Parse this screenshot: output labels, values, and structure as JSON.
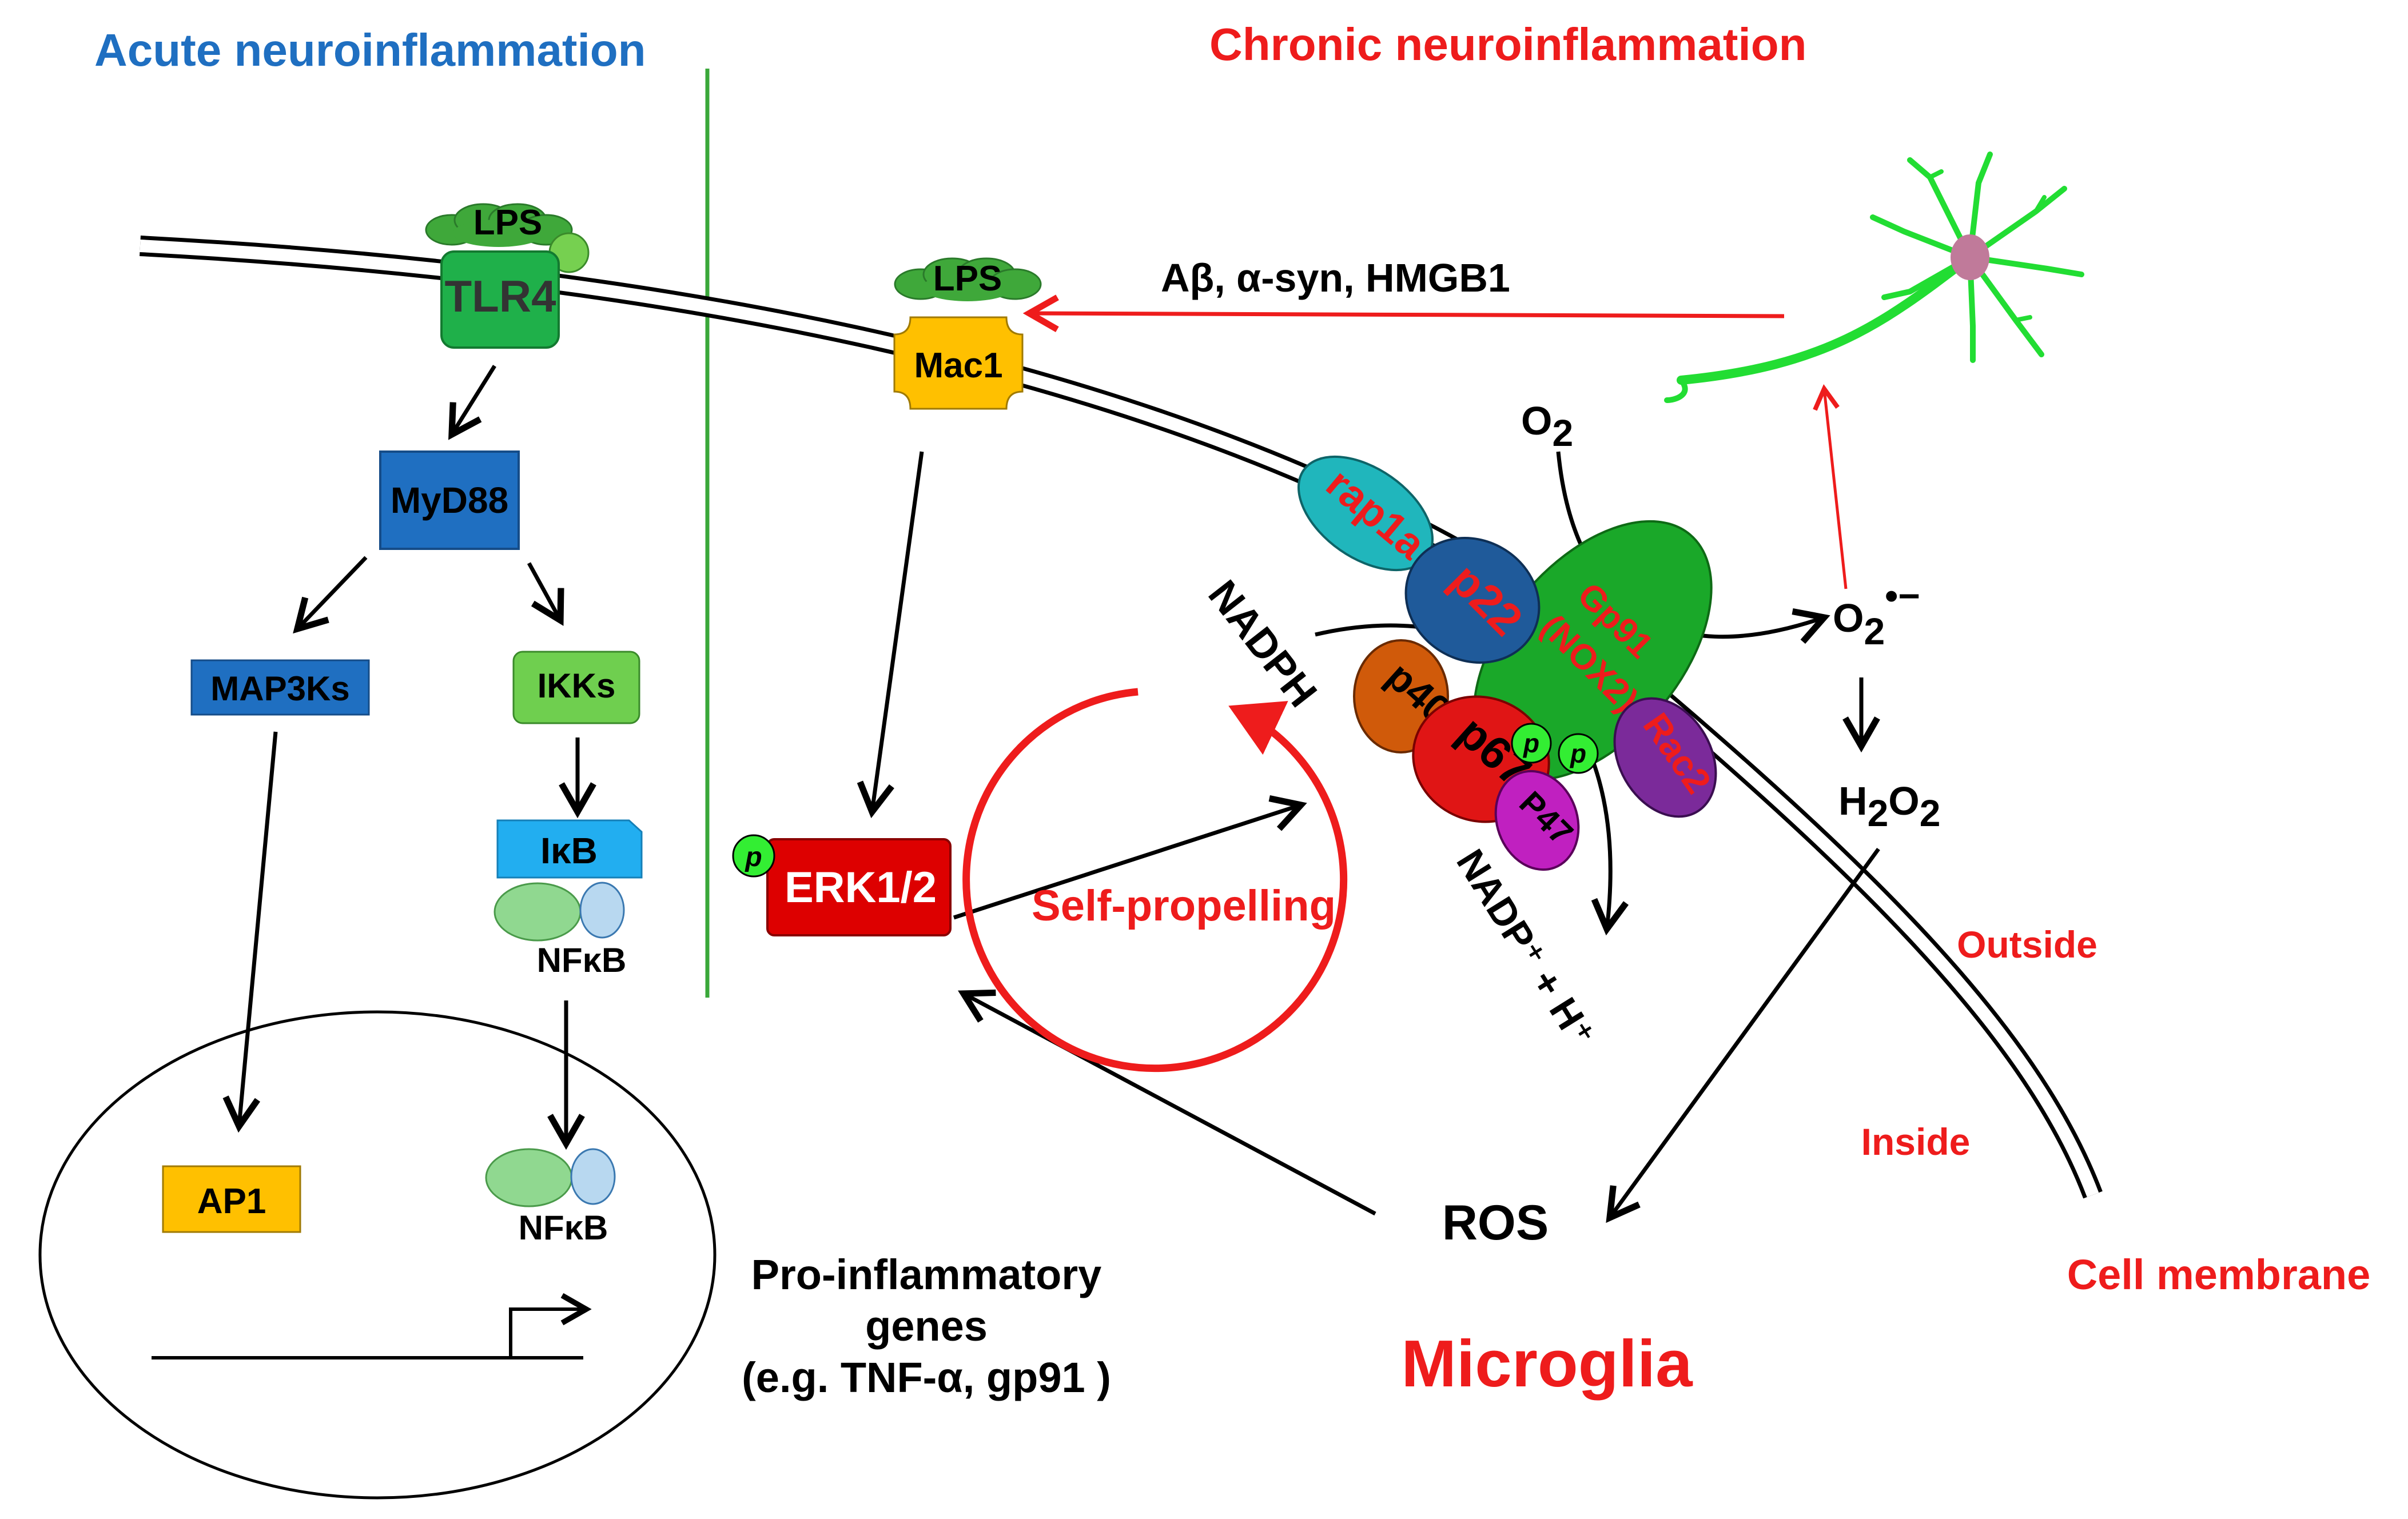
{
  "headings": {
    "acute": "Acute neuroinflammation",
    "chronic": "Chronic neuroinflammation"
  },
  "nodes": {
    "lps_left": "LPS",
    "tlr4": "TLR4",
    "myd88": "MyD88",
    "map3ks": "MAP3Ks",
    "ikks": "IKKs",
    "ikb": "IκB",
    "nfkb_cyto": "NFκB",
    "ap1": "AP1",
    "nfkb_nuc": "NFκB",
    "lps_right": "LPS",
    "mac1": "Mac1",
    "erk": "ERK1/2",
    "phospho": "p"
  },
  "nox_complex": {
    "rap1a": "rap1a",
    "p22": "p22",
    "gp91_line1": "Gp91",
    "gp91_line2": "(NOX2)",
    "rac2": "Rac2",
    "p40": "p40",
    "p67": "p67",
    "p47": "P47"
  },
  "labels": {
    "ligands": "Aβ, α-syn, HMGB1",
    "o2": "O",
    "o2_sub": "2",
    "superoxide": "O",
    "superoxide_sub": "2",
    "superoxide_sup": "•−",
    "h2o2_h": "H",
    "h2o2_sub1": "2",
    "h2o2_o": "O",
    "h2o2_sub2": "2",
    "nadph": "NADPH",
    "nadp": "NADP⁺ + H⁺",
    "self_propelling": "Self-propelling",
    "ros": "ROS",
    "outside": "Outside",
    "inside": "Inside",
    "cell_membrane": "Cell membrane",
    "microglia": "Microglia",
    "genes_line1": "Pro-inflammatory",
    "genes_line2": "genes",
    "genes_line3": "(e.g. TNF-α, gp91 )"
  },
  "colors": {
    "acute_heading": "#1f6fc1",
    "red": "#ee1c1c",
    "tlr4_green": "#1fb04a",
    "lps_green": "#3fa83a",
    "myd88_blue": "#1f6fc1",
    "ikks_green": "#6fcf4f",
    "ikb_blue": "#22aef0",
    "ap1_orange": "#ffc000",
    "mac1_orange": "#ffc000",
    "erk_red": "#dd0000",
    "rap1a_teal": "#20b6bc",
    "p22_blue": "#1f5a9a",
    "gp91_green": "#1aa829",
    "rac2_purple": "#7b2a9a",
    "p40_orange": "#d05a0a",
    "p67_red": "#e01515",
    "p47_magenta": "#c020c0",
    "neuron_green": "#22dd33",
    "neuron_body": "#c07a9a"
  }
}
